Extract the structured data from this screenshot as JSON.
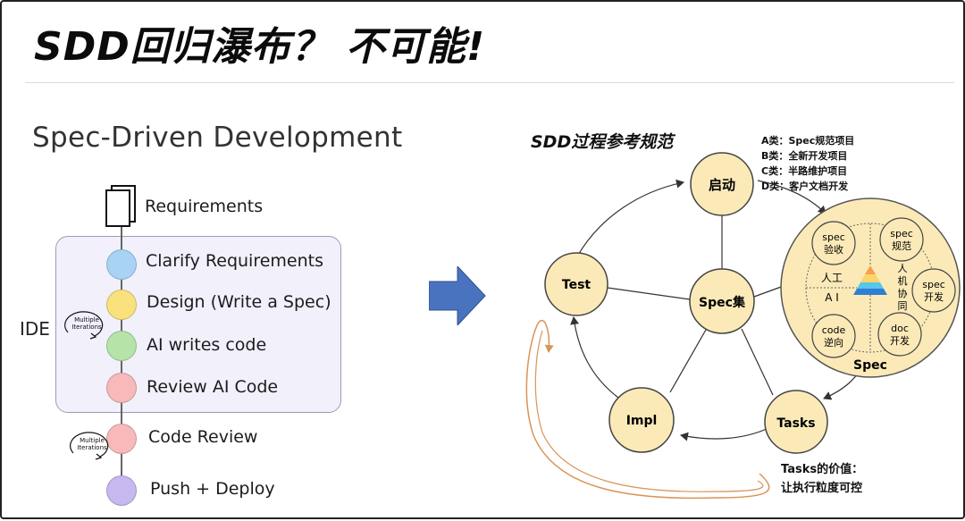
{
  "slide": {
    "title": "SDD回归瀑布？ 不可能!"
  },
  "left": {
    "heading": "Spec-Driven Development",
    "ide_label": "IDE",
    "doc_icon": "document-stack-icon",
    "steps": [
      {
        "label": "Requirements"
      },
      {
        "label": "Clarify Requirements",
        "color": "#a9d3f5"
      },
      {
        "label": "Design (Write a Spec)",
        "color": "#f9e27d"
      },
      {
        "label": "AI writes code",
        "color": "#b6e3a8"
      },
      {
        "label": "Review AI Code",
        "color": "#f7b9b9"
      },
      {
        "label": "Code Review",
        "color": "#f7b9b9"
      },
      {
        "label": "Push + Deploy",
        "color": "#c7b8ef"
      }
    ],
    "loops": [
      {
        "text": "Multiple Iterations"
      },
      {
        "text": "Multiple Iterations"
      }
    ]
  },
  "right": {
    "title": "SDD过程参考规范",
    "categories": [
      "A类：Spec规范项目",
      "B类：全新开发项目",
      "C类：半路维护项目",
      "D类：客户文档开发"
    ],
    "nodes": {
      "start": "启动",
      "center": "Spec集",
      "test": "Test",
      "impl": "Impl",
      "tasks": "Tasks"
    },
    "spec_wheel": {
      "label": "Spec",
      "human": "人工",
      "ai": "A I",
      "collab_chars": [
        "人",
        "机",
        "协",
        "同"
      ],
      "sub_nodes": [
        {
          "line1": "spec",
          "line2": "验收"
        },
        {
          "line1": "spec",
          "line2": "规范"
        },
        {
          "line1": "spec",
          "line2": "开发"
        },
        {
          "line1": "doc",
          "line2": "开发"
        },
        {
          "line1": "code",
          "line2": "逆向"
        }
      ]
    },
    "value_note": [
      "Tasks的价值：",
      "让执行粒度可控"
    ]
  },
  "colors": {
    "node_fill": "#fbeab8",
    "node_stroke": "#444444",
    "big_arrow": "#4a73bf",
    "orange_loop": "#d99457",
    "pyramid": [
      "#f3a14b",
      "#fbd56b",
      "#5ac6e9",
      "#2f7fd1"
    ]
  }
}
